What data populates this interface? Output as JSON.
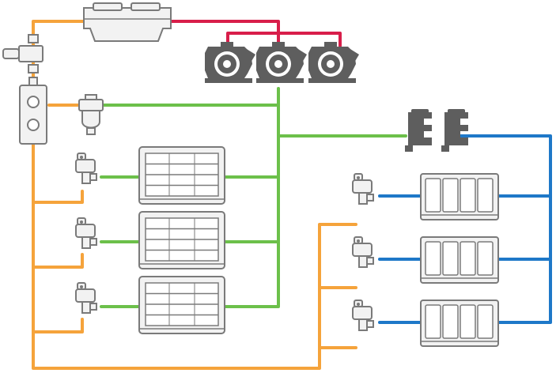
{
  "diagram": {
    "type": "refrigeration-system-schematic",
    "line_colors": {
      "liquid": "#F5A33B",
      "discharge": "#D81E4A",
      "medium_temp_suction": "#6CC04A",
      "low_temp_suction": "#1E78C8"
    },
    "equipment_colors": {
      "outline": "#7A7A7A",
      "fill": "#F2F2F2",
      "dark": "#5E5E5E"
    },
    "components": {
      "condenser": {
        "icon": "condenser-icon"
      },
      "receiver": {
        "icon": "receiver-icon"
      },
      "mt_compressors": {
        "icon": "compressor-icon",
        "count": 3
      },
      "lt_compressors": {
        "icon": "scroll-compressor-icon",
        "count": 2
      },
      "medium_temp_cases": {
        "icon": "display-case-icon",
        "count": 3
      },
      "low_temp_cases": {
        "icon": "freezer-case-icon",
        "count": 3
      },
      "expansion_valves": {
        "icon": "expansion-valve-icon",
        "count": 6
      },
      "head_pressure_valve": {
        "icon": "valve-icon"
      },
      "receiver_valve": {
        "icon": "valve-icon"
      }
    }
  }
}
